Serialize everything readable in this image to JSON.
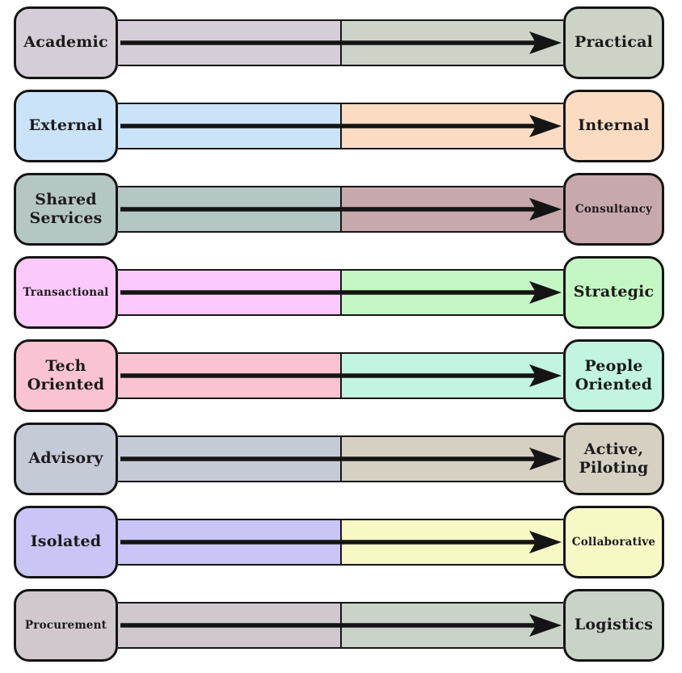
{
  "diagram": {
    "type": "transition-mapping",
    "background": "#ffffff",
    "border_color": "#141414",
    "arrow_color": "#141414",
    "rows": [
      {
        "left": {
          "label": "Academic",
          "color": "#d5ced8"
        },
        "right": {
          "label": "Practical",
          "color": "#cdd4c7"
        }
      },
      {
        "left": {
          "label": "External",
          "color": "#cbe3f8"
        },
        "right": {
          "label": "Internal",
          "color": "#fbdcc2"
        }
      },
      {
        "left": {
          "label": "Shared Services",
          "color": "#b5c7c5"
        },
        "right": {
          "label": "Consultancy",
          "color": "#c7a8ad"
        }
      },
      {
        "left": {
          "label": "Transactional",
          "color": "#fbc9fa"
        },
        "right": {
          "label": "Strategic",
          "color": "#c5f7c4"
        }
      },
      {
        "left": {
          "label": "Tech Oriented",
          "color": "#f9c3d1"
        },
        "right": {
          "label": "People Oriented",
          "color": "#c1f4e1"
        }
      },
      {
        "left": {
          "label": "Advisory",
          "color": "#c5cad7"
        },
        "right": {
          "label": "Active, Piloting",
          "color": "#d6d0c2"
        }
      },
      {
        "left": {
          "label": "Isolated",
          "color": "#cac5f7"
        },
        "right": {
          "label": "Collaborative",
          "color": "#f7f9c5"
        }
      },
      {
        "left": {
          "label": "Procurement",
          "color": "#d0c8cd"
        },
        "right": {
          "label": "Logistics",
          "color": "#c9d3c7"
        }
      }
    ]
  }
}
